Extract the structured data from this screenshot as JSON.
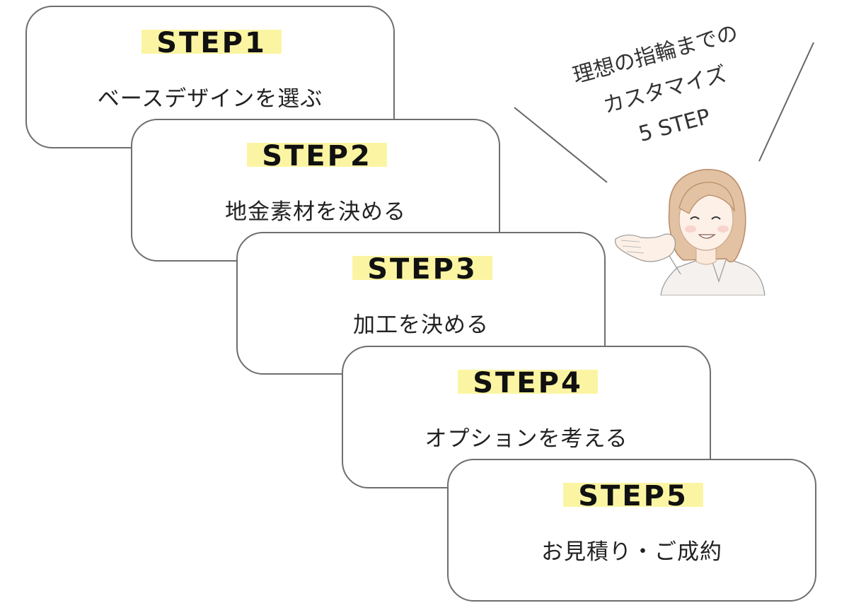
{
  "steps": [
    {
      "label": "STEP1",
      "desc": "ベースデザインを選ぶ"
    },
    {
      "label": "STEP2",
      "desc": "地金素材を決める"
    },
    {
      "label": "STEP3",
      "desc": "加工を決める"
    },
    {
      "label": "STEP4",
      "desc": "オプションを考える"
    },
    {
      "label": "STEP5",
      "desc": "お見積り・ご成約"
    }
  ],
  "speech": {
    "line1": "理想の指輪までの",
    "line2": "カスタマイズ",
    "line3": "5 STEP"
  },
  "colors": {
    "highlight": "#fbf5a3",
    "card_border": "#6e6e6e"
  },
  "icons": [
    "woman-illustration-icon"
  ]
}
